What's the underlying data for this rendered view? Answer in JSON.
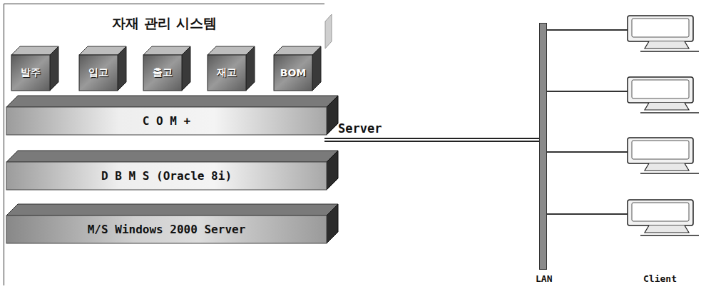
{
  "diagram": {
    "nodes": [
      {
        "text": [
          "자재 관리 시스템"
        ]
      },
      {
        "text": [
          "발주"
        ],
        "in": 0
      },
      {
        "text": [
          "입고"
        ],
        "in": 0
      },
      {
        "text": [
          "출고"
        ],
        "in": 0
      },
      {
        "text": [
          "재고"
        ],
        "in": 0
      },
      {
        "text": [
          "BOM"
        ],
        "in": 0
      },
      {
        "text": [
          "C O M +"
        ],
        "in": 0
      },
      {
        "text": [
          "D B M S (Oracle 8i)"
        ],
        "in": 0
      },
      {
        "text": [
          "M/S Windows 2000 Server"
        ],
        "in": 0
      },
      {
        "text": [
          "LAN"
        ]
      }
    ],
    "edges": [
      {
        "from": 0,
        "to": 9,
        "arrow": "none"
      }
    ],
    "labels": [
      "Server",
      "Client"
    ]
  }
}
